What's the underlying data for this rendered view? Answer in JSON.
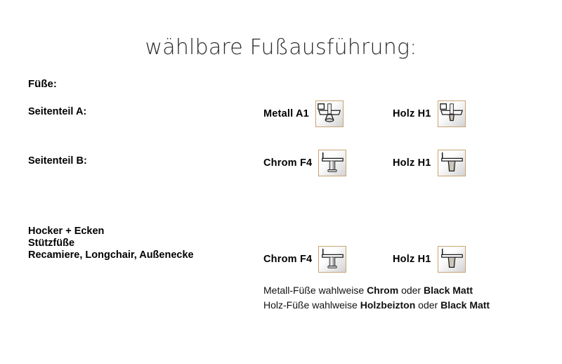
{
  "title": "wählbare Fußausführung:",
  "section": {
    "heading": "Füße:"
  },
  "rows": [
    {
      "label": "Seitenteil A:",
      "options": [
        {
          "label": "Metall  A1",
          "thumb": "metal-cone-foot-thumbnail"
        },
        {
          "label": "Holz  H1",
          "thumb": "wood-cone-foot-thumbnail"
        }
      ]
    },
    {
      "label": "Seitenteil B:",
      "options": [
        {
          "label": "Chrom F4",
          "thumb": "chrome-cylinder-foot-thumbnail"
        },
        {
          "label": "Holz  H1",
          "thumb": "wood-block-foot-thumbnail"
        }
      ]
    },
    {
      "label_line1": "Hocker + Ecken",
      "label_line2": "Stützfüße",
      "label_line3": "Recamiere, Longchair, Außenecke",
      "options": [
        {
          "label": "Chrom F4",
          "thumb": "chrome-cylinder-foot-thumbnail"
        },
        {
          "label": "Holz  H1",
          "thumb": "wood-block-foot-thumbnail"
        }
      ]
    }
  ],
  "footnotes": {
    "line1": {
      "prefix": "Metall-Füße wahlweise ",
      "bold1": "Chrom",
      "middle": " oder ",
      "bold2": "Black Matt"
    },
    "line2": {
      "prefix": "Holz-Füße wahlweise ",
      "bold1": "Holzbeizton",
      "middle": " oder ",
      "bold2": "Black Matt"
    }
  },
  "colors": {
    "frame_border": "#c9a475",
    "text": "#111111",
    "title": "#2b2b2b",
    "metal": "#9a9a9a",
    "wood": "#cfc7b4"
  }
}
